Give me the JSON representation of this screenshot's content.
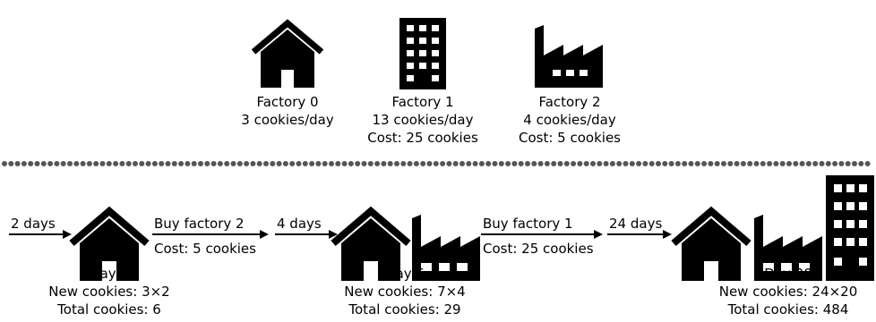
{
  "factories": [
    {
      "name": "Factory 0",
      "rate": "3 cookies/day",
      "cost": ""
    },
    {
      "name": "Factory 1",
      "rate": "13 cookies/day",
      "cost": "Cost: 25 cookies"
    },
    {
      "name": "Factory 2",
      "rate": "4 cookies/day",
      "cost": "Cost: 5 cookies"
    }
  ],
  "timeline": {
    "arrows": [
      {
        "label": "2 days"
      },
      {
        "label": "Buy factory 2",
        "sublabel": "Cost: 5 cookies"
      },
      {
        "label": "4 days"
      },
      {
        "label": "Buy factory 1",
        "sublabel": "Cost: 25 cookies"
      },
      {
        "label": "24 days"
      }
    ],
    "states": [
      {
        "day": "Day 2",
        "new_cookies": "New cookies: 3×2",
        "total_cookies": "Total cookies: 6"
      },
      {
        "day": "Day 6",
        "new_cookies": "New cookies: 7×4",
        "total_cookies": "Total cookies: 29"
      },
      {
        "day": "Day 30",
        "new_cookies": "New cookies: 24×20",
        "total_cookies": "Total cookies: 484"
      }
    ]
  }
}
